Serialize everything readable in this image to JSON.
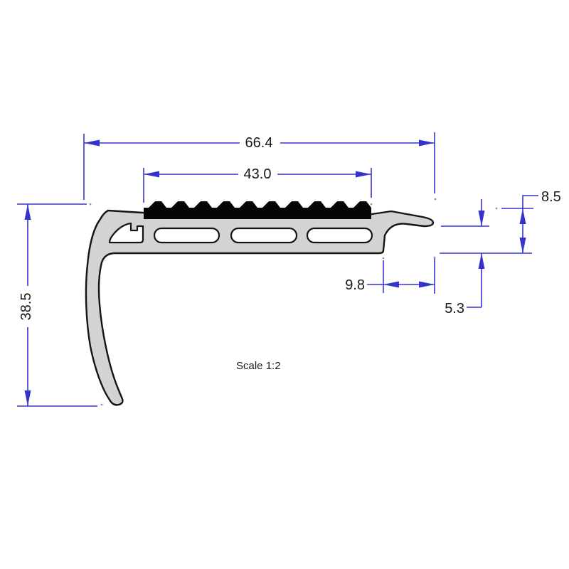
{
  "drawing": {
    "scale_label": "Scale 1:2"
  },
  "dimensions": {
    "overall_width": "66.4",
    "insert_width": "43.0",
    "overall_height": "38.5",
    "lip_height": "8.5",
    "lip_projection": "9.8",
    "under_lip_height": "5.3"
  },
  "shapes": {
    "profile": "stair-nosing-extrusion-cross-section",
    "insert": "anti-slip-serrated-insert"
  },
  "colors": {
    "dimension": "#3533cd",
    "text": "#1a1a1a",
    "profile_fill": "#d3d3d3",
    "outline": "#141414",
    "insert": "#050505",
    "background": "#ffffff"
  }
}
